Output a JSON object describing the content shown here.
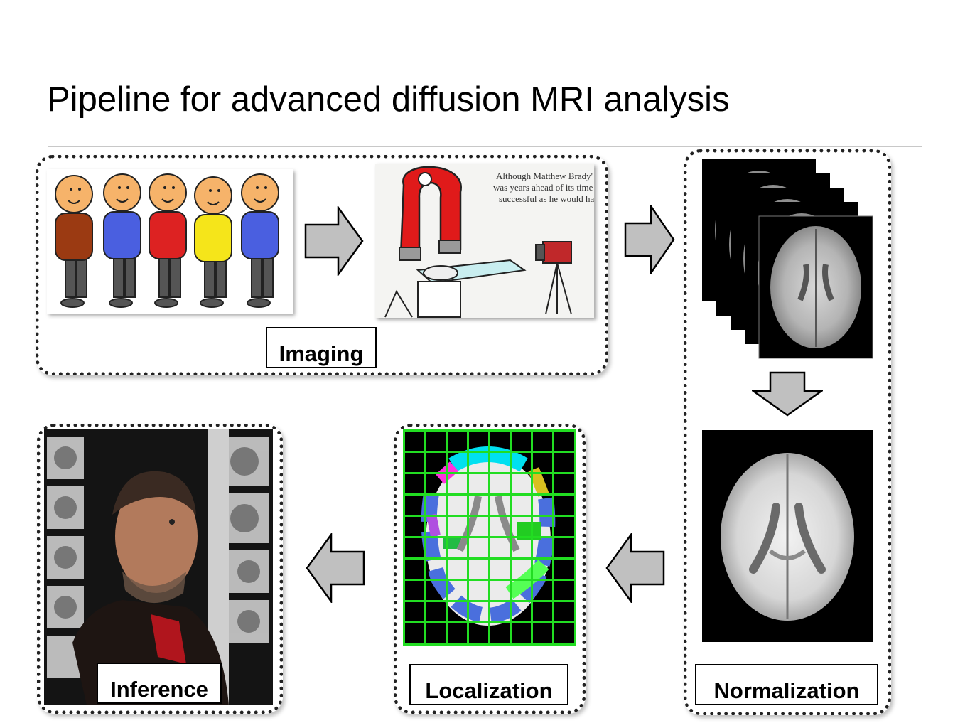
{
  "slide": {
    "title": "Pipeline for advanced diffusion MRI analysis"
  },
  "stages": {
    "imaging": {
      "label": "Imaging"
    },
    "normalization": {
      "label": "Normalization"
    },
    "localization": {
      "label": "Localization"
    },
    "inference": {
      "label": "Inference"
    }
  },
  "cartoon_caption": [
    "Although Matthew Brady'",
    "was years ahead of its time",
    "successful as he would ha"
  ],
  "colors": {
    "arrow_fill": "#c0c0c0",
    "grid_green": "#22dd22",
    "figure_shirts": [
      "#9b3a12",
      "#4a5fe0",
      "#dd2222",
      "#f5e51a",
      "#4a5fe0"
    ],
    "magnet_red": "#e01a1a"
  }
}
